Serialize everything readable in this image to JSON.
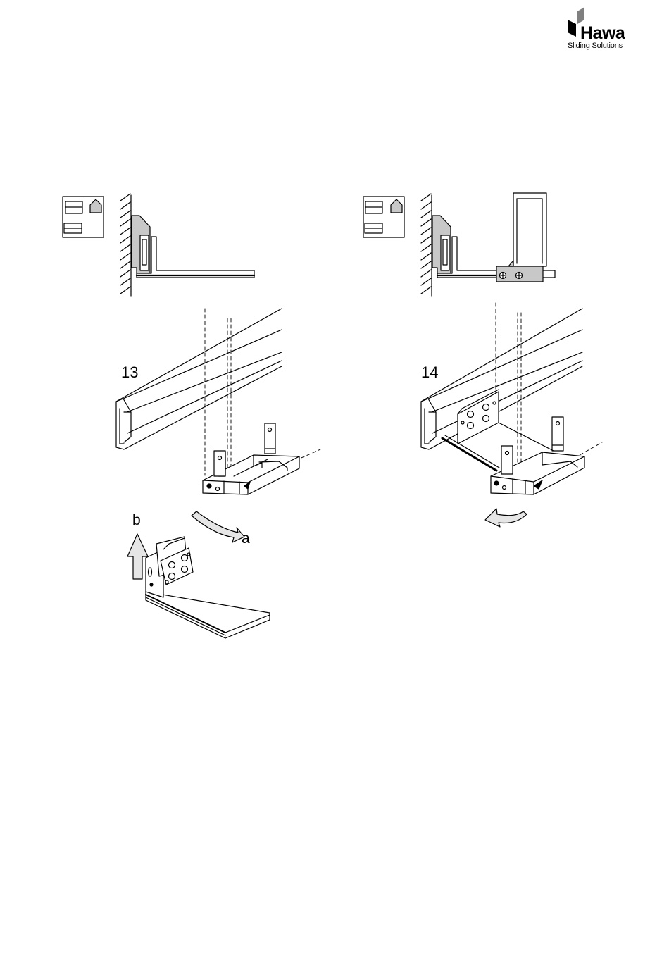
{
  "brand": {
    "name": "Hawa",
    "tagline": "Sliding Solutions",
    "accent": "#808080"
  },
  "steps": [
    {
      "number": "13",
      "labels": {
        "a": "a",
        "b": "b"
      }
    },
    {
      "number": "14"
    }
  ],
  "colors": {
    "line": "#000000",
    "fill_gray": "#c8c8c8",
    "fill_light": "#e6e6e6"
  }
}
